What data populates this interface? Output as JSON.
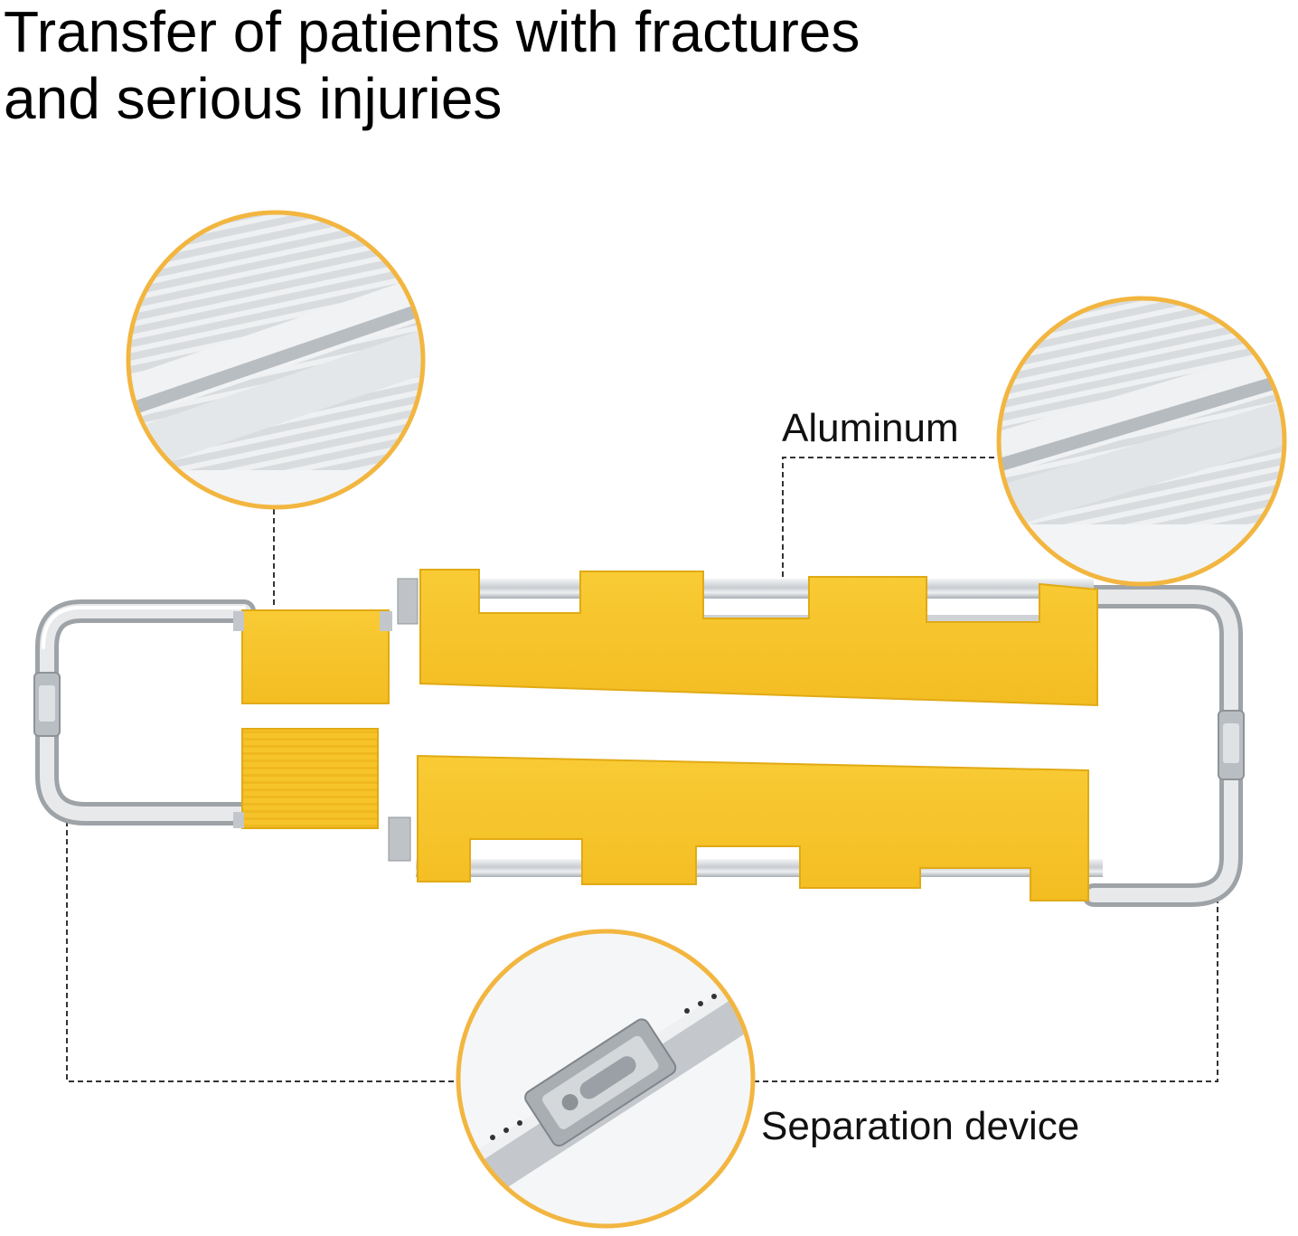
{
  "title": {
    "line1": "Transfer of patients with fractures",
    "line2": "and serious injuries"
  },
  "callouts": {
    "aluminum": "Aluminum",
    "separation": "Separation device"
  },
  "colors": {
    "panel_yellow": "#f7c52b",
    "ring_gold": "#f2b640",
    "frame_silver": "#c8ccd0",
    "leader_line": "#333333"
  }
}
